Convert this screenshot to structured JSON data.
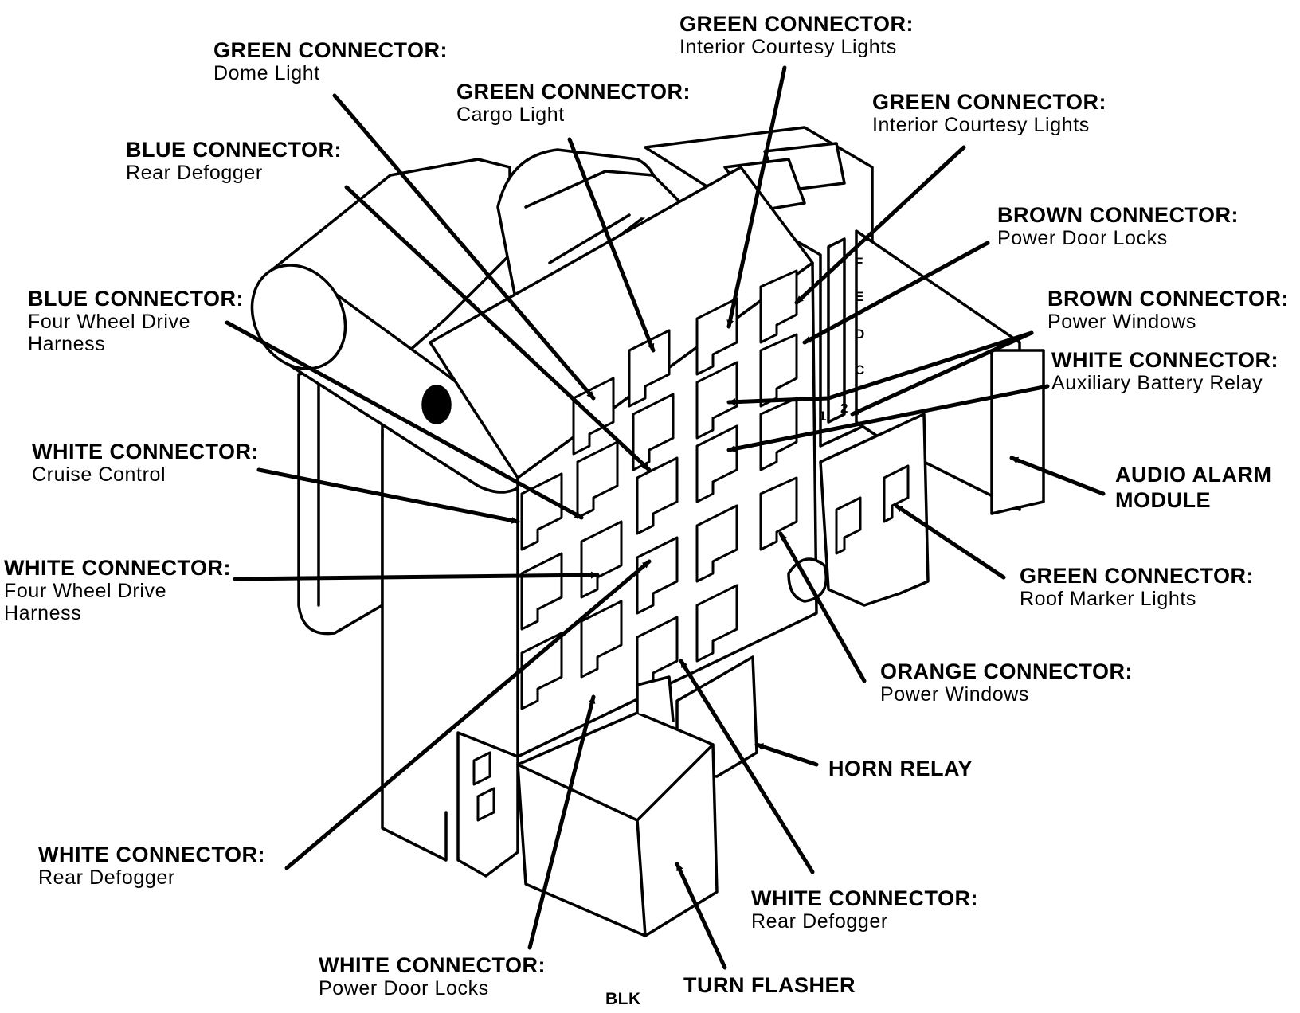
{
  "labels": {
    "dome_light": {
      "title": "GREEN CONNECTOR:",
      "sub": "Dome Light"
    },
    "interior_courtesy_1": {
      "title": "GREEN CONNECTOR:",
      "sub": "Interior Courtesy Lights"
    },
    "cargo_light": {
      "title": "GREEN CONNECTOR:",
      "sub": "Cargo Light"
    },
    "interior_courtesy_2": {
      "title": "GREEN CONNECTOR:",
      "sub": "Interior Courtesy Lights"
    },
    "rear_defogger_blue": {
      "title": "BLUE CONNECTOR:",
      "sub": "Rear Defogger"
    },
    "power_door_locks_brown": {
      "title": "BROWN CONNECTOR:",
      "sub": "Power Door Locks"
    },
    "power_windows_brown": {
      "title": "BROWN CONNECTOR:",
      "sub": "Power Windows"
    },
    "four_wheel_drive_blue": {
      "title": "BLUE CONNECTOR:",
      "sub1": "Four Wheel Drive",
      "sub2": "Harness"
    },
    "aux_battery_relay": {
      "title": "WHITE CONNECTOR:",
      "sub": "Auxiliary Battery Relay"
    },
    "cruise_control": {
      "title": "WHITE CONNECTOR:",
      "sub": "Cruise Control"
    },
    "audio_alarm": {
      "line1": "AUDIO ALARM",
      "line2": "MODULE"
    },
    "four_wheel_drive_white": {
      "title": "WHITE CONNECTOR:",
      "sub1": "Four Wheel Drive",
      "sub2": "Harness"
    },
    "roof_marker": {
      "title": "GREEN  CONNECTOR:",
      "sub": "Roof Marker Lights"
    },
    "power_windows_orange": {
      "title": "ORANGE CONNECTOR:",
      "sub": "Power Windows"
    },
    "horn_relay": {
      "title": "HORN RELAY"
    },
    "rear_defogger_white_left": {
      "title": "WHITE CONNECTOR:",
      "sub": "Rear Defogger"
    },
    "rear_defogger_white_right": {
      "title": "WHITE CONNECTOR:",
      "sub": "Rear Defogger"
    },
    "power_door_locks_white": {
      "title": "WHITE CONNECTOR:",
      "sub": "Power Door Locks"
    },
    "turn_flasher": {
      "title": "TURN FLASHER"
    },
    "blk": "BLK"
  },
  "pin_letters": [
    "F",
    "E",
    "D",
    "C"
  ],
  "pin_numbers": [
    "1",
    "2"
  ]
}
